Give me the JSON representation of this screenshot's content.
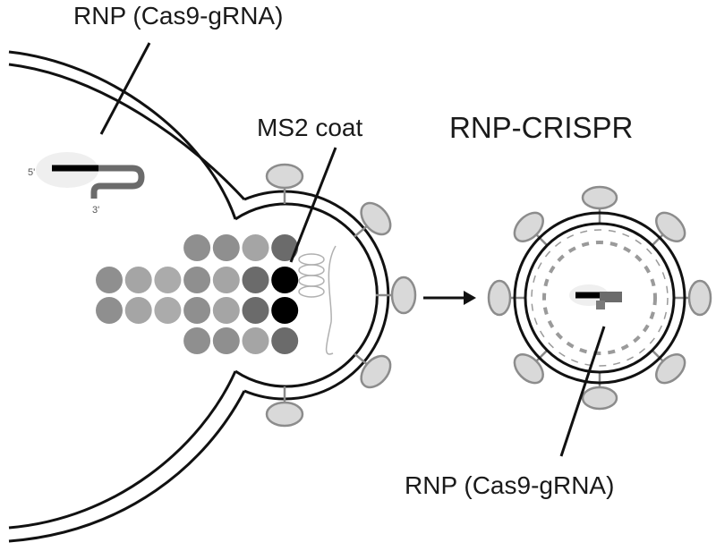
{
  "labels": {
    "rnp_top": "RNP (Cas9-gRNA)",
    "ms2_coat": "MS2 coat",
    "title": "RNP-CRISPR",
    "rnp_bottom": "RNP (Cas9-gRNA)",
    "five_prime": "5'",
    "three_prime": "3'"
  },
  "colors": {
    "membrane": "#111111",
    "spike_fill": "#d9d9d9",
    "spike_stroke": "#8c8c8c",
    "ms2_coat": "#000000",
    "grna_guide": "#000000",
    "grna_scaffold": "#6b6b6b",
    "cas9_halo": "#ececec"
  },
  "protein_grid": [
    {
      "row": 1,
      "cols": [
        3,
        4,
        5,
        6
      ],
      "shades": [
        "#8f8f8f",
        "#8f8f8f",
        "#a5a5a5",
        "#6b6b6b"
      ]
    },
    {
      "row": 2,
      "cols": [
        0,
        1,
        2,
        3,
        4,
        5,
        6
      ],
      "shades": [
        "#8f8f8f",
        "#a5a5a5",
        "#ababab",
        "#8f8f8f",
        "#a5a5a5",
        "#6b6b6b",
        "#000000"
      ]
    },
    {
      "row": 3,
      "cols": [
        0,
        1,
        2,
        3,
        4,
        5,
        6
      ],
      "shades": [
        "#8f8f8f",
        "#a5a5a5",
        "#ababab",
        "#8f8f8f",
        "#a5a5a5",
        "#6b6b6b",
        "#000000"
      ]
    },
    {
      "row": 4,
      "cols": [
        3,
        4,
        5,
        6
      ],
      "shades": [
        "#8f8f8f",
        "#8f8f8f",
        "#a5a5a5",
        "#6b6b6b"
      ]
    }
  ]
}
